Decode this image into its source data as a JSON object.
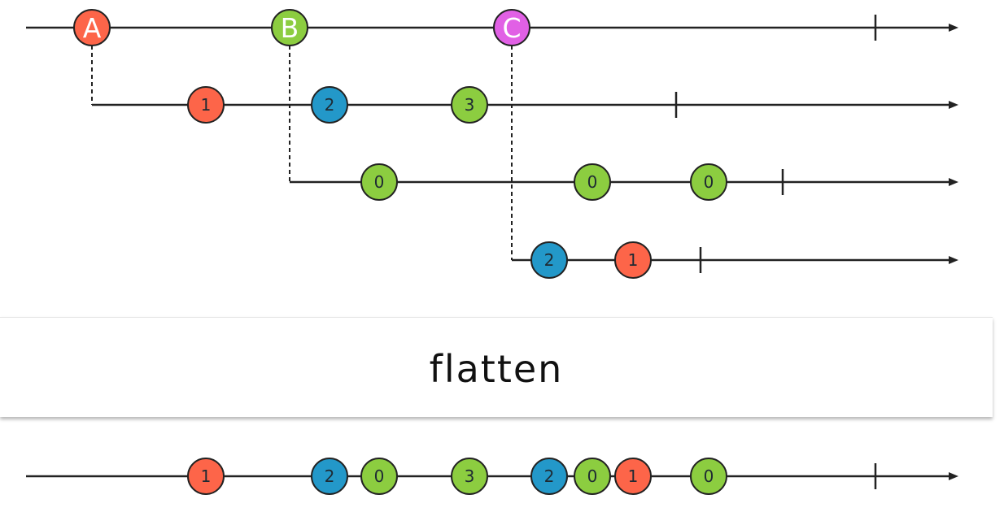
{
  "operator": {
    "label": "flatten"
  },
  "colors": {
    "red": "#fd6549",
    "blue": "#2398c9",
    "green": "#8ccd40",
    "magenta": "#e160e5",
    "line": "#222222"
  },
  "outer": {
    "marbles": [
      {
        "label": "A",
        "color": "red"
      },
      {
        "label": "B",
        "color": "green"
      },
      {
        "label": "C",
        "color": "magenta"
      }
    ]
  },
  "inner": [
    {
      "source": "A",
      "marbles": [
        {
          "label": "1",
          "color": "red"
        },
        {
          "label": "2",
          "color": "blue"
        },
        {
          "label": "3",
          "color": "green"
        }
      ]
    },
    {
      "source": "B",
      "marbles": [
        {
          "label": "0",
          "color": "green"
        },
        {
          "label": "0",
          "color": "green"
        },
        {
          "label": "0",
          "color": "green"
        }
      ]
    },
    {
      "source": "C",
      "marbles": [
        {
          "label": "2",
          "color": "blue"
        },
        {
          "label": "1",
          "color": "red"
        }
      ]
    }
  ],
  "output": {
    "marbles": [
      {
        "label": "1",
        "color": "red"
      },
      {
        "label": "2",
        "color": "blue"
      },
      {
        "label": "0",
        "color": "green"
      },
      {
        "label": "3",
        "color": "green"
      },
      {
        "label": "2",
        "color": "blue"
      },
      {
        "label": "0",
        "color": "green"
      },
      {
        "label": "1",
        "color": "red"
      },
      {
        "label": "0",
        "color": "green"
      }
    ]
  }
}
